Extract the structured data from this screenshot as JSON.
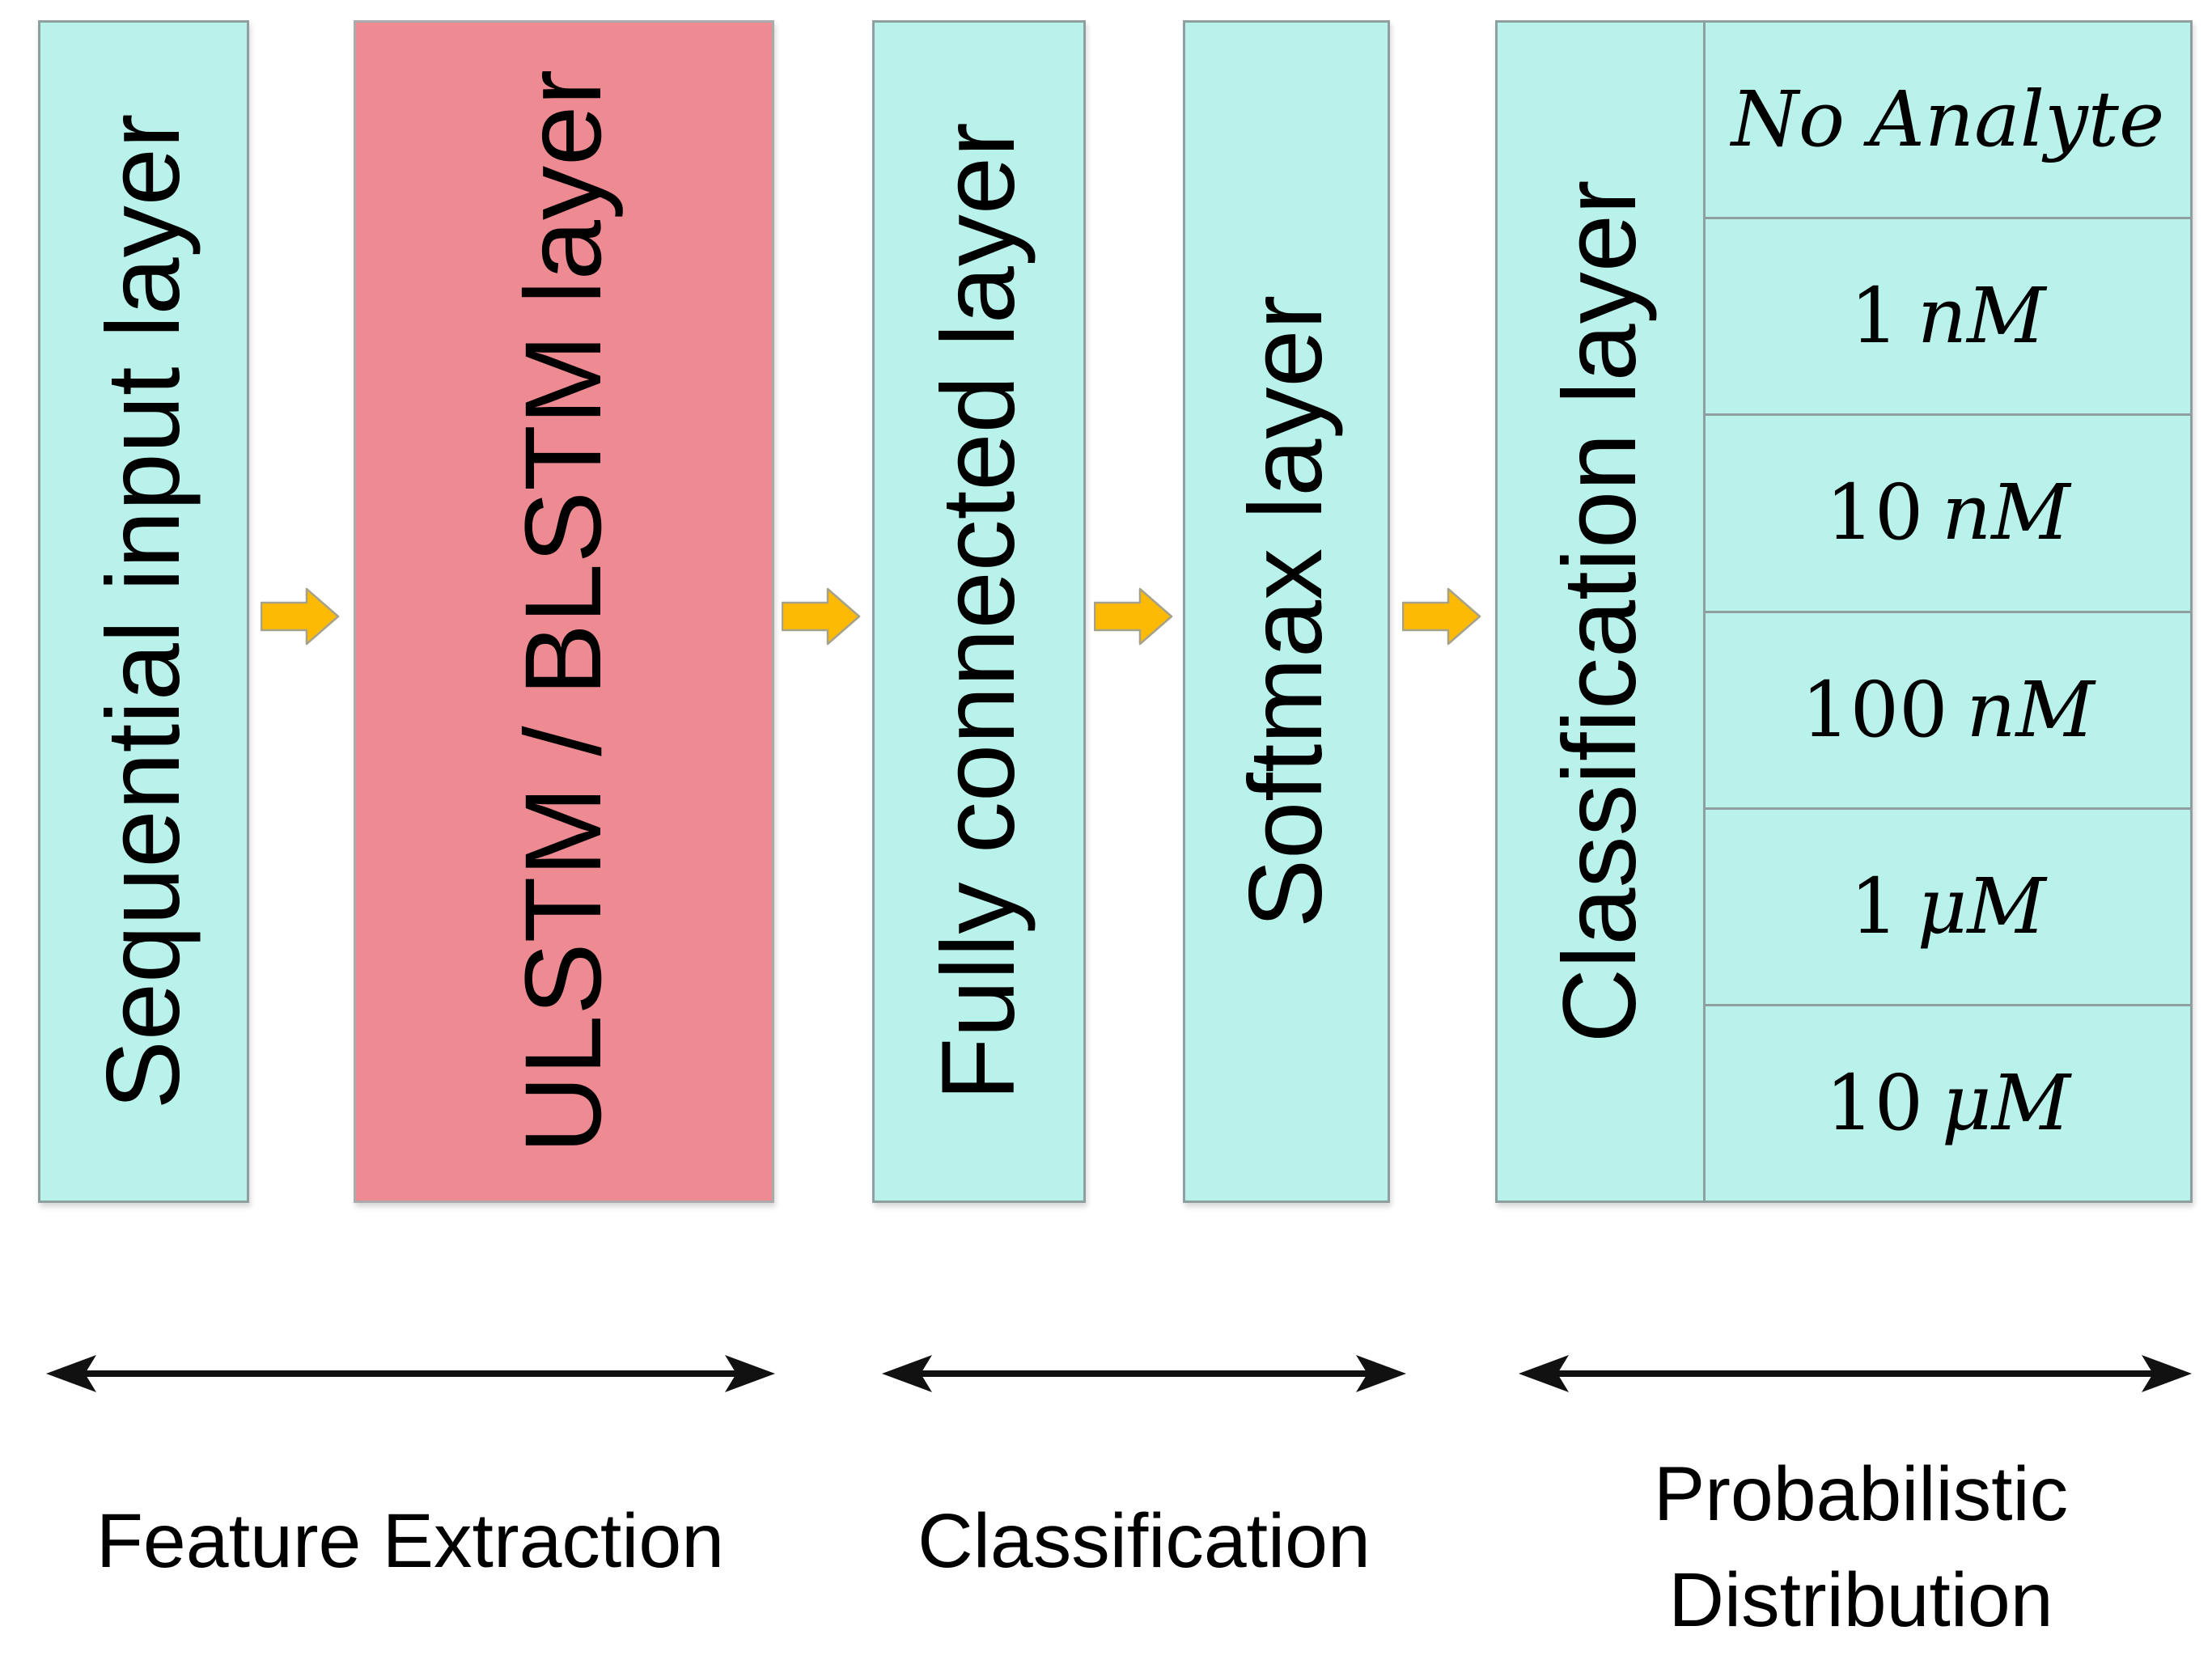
{
  "palette": {
    "box_cyan": "#b9f2ea",
    "box_pink": "#ee8a92",
    "box_border": "#8f9fa0",
    "flow_arrow_fill": "#fcba04",
    "flow_arrow_stroke": "#a6a28a",
    "span_arrow_color": "#111111",
    "text_color": "#000000"
  },
  "icons": {
    "flow_arrow": "right-block-arrow",
    "span_arrow": "double-headed-arrow"
  },
  "layers": [
    {
      "label": "Sequential input layer"
    },
    {
      "label": "ULSTM / BLSTM layer"
    },
    {
      "label": "Fully connected layer"
    },
    {
      "label": "Softmax layer"
    },
    {
      "label": "Classification layer"
    }
  ],
  "classes": [
    {
      "upright": "",
      "italic": "No Analyte"
    },
    {
      "upright": "1",
      "italic": "nM"
    },
    {
      "upright": "10",
      "italic": "nM"
    },
    {
      "upright": "100",
      "italic": "nM"
    },
    {
      "upright": "1",
      "italic": "μM"
    },
    {
      "upright": "10",
      "italic": "μM"
    }
  ],
  "stages": [
    {
      "label": "Feature Extraction"
    },
    {
      "label": "Classification"
    },
    {
      "label": "Probabilistic\nDistribution"
    }
  ]
}
